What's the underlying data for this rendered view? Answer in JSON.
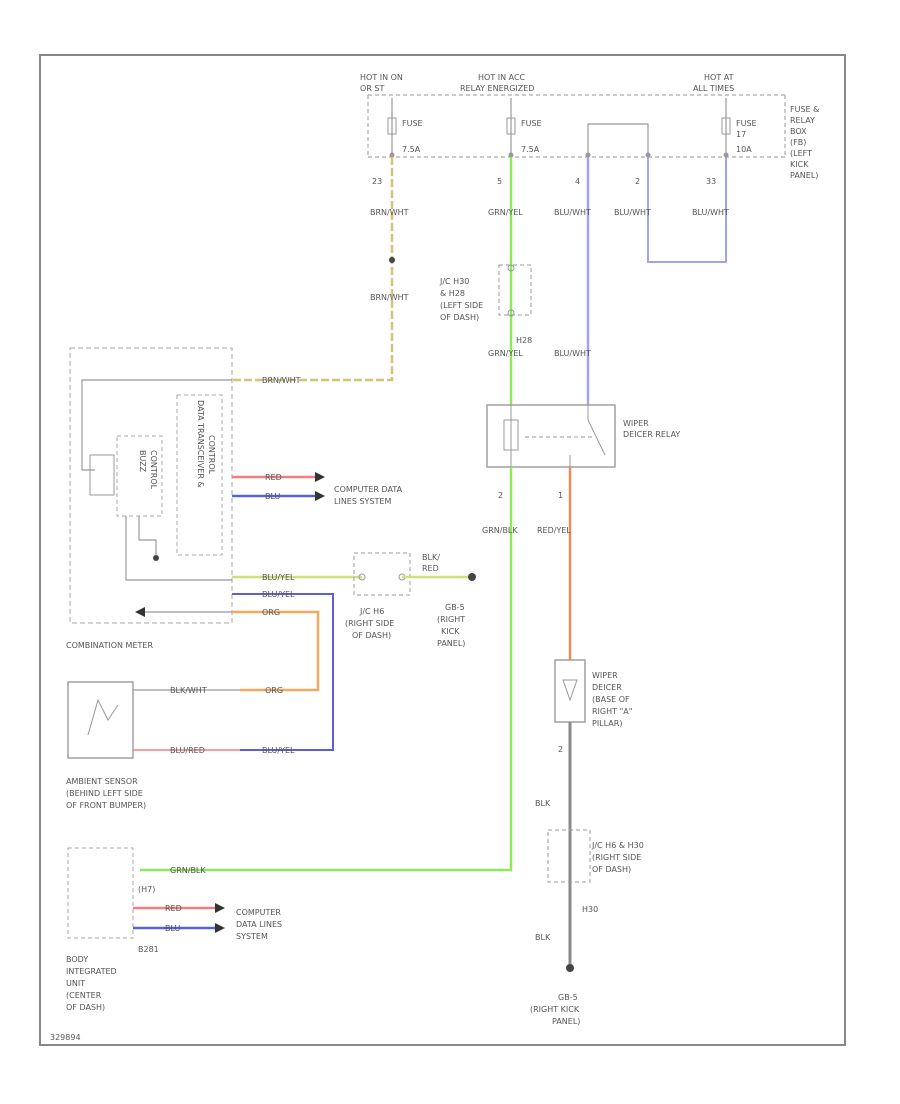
{
  "wires": {
    "fuse_left": "BRN/WHT",
    "fuse_mid": "GRN/YEL",
    "fuse_right": "BLU/WHT",
    "meter_in": "BRN/WHT",
    "jc_mid": "GRN/YEL",
    "relay_in": "BLU/WHT",
    "relay_out": "GRN/BLK",
    "relay_to_deicer": "RED/YEL",
    "deicer_gnd": "BLK",
    "gnd_lower": "BLK",
    "red_top": "RED",
    "blu_top": "BLU",
    "blu_yel": "BLU/YEL",
    "blu_yel_2": "BLU/YEL",
    "org": "ORG",
    "blk_red": "BLK/RED",
    "blk_wht": "BLK/WHT",
    "org_sensor": "ORG",
    "blu_red": "BLU/RED",
    "blu_yel_sensor": "BLU/YEL",
    "grn_blk_biu": "GRN/BLK",
    "red_biu": "RED",
    "blu_biu": "BLU"
  },
  "labels": {
    "hot_left": "HOT IN ON",
    "hot_left_2": "OR ST",
    "hot_mid": "HOT IN ACC",
    "hot_mid_2": "RELAY ENERGIZED",
    "hot_right": "HOT AT",
    "hot_right_2": "ALL TIMES",
    "fuse_a": "FUSE",
    "fuse_a_amp": "7.5A",
    "fuse_b": "FUSE",
    "fuse_b_amp": "7.5A",
    "fuse_c": "FUSE",
    "fuse_c_no": "17",
    "fuse_c_amp": "10A",
    "fuse_box_1": "FUSE &",
    "fuse_box_2": "RELAY",
    "fuse_box_3": "BOX",
    "fuse_box_4": "(FB)",
    "fuse_box_5": "(LEFT",
    "fuse_box_6": "KICK",
    "fuse_box_7": "PANEL)",
    "pin_23": "23",
    "pin_5": "5",
    "pin_4": "4",
    "pin_2": "2",
    "pin_33": "33",
    "jc1_name": "J/C H30",
    "jc1_loc_1": "& H28",
    "jc1_loc_2": "(LEFT SIDE",
    "jc1_loc_3": "OF DASH)",
    "jc1_code": "H28",
    "relay_name_1": "WIPER",
    "relay_name_2": "DEICER RELAY",
    "comp_data_1": "COMPUTER DATA",
    "comp_data_2": "LINES SYSTEM",
    "meter_name": "COMBINATION METER",
    "meter_inner_1": "BUZZ",
    "meter_inner_2": "CONTROL",
    "meter_inner_3": "DATA TRANSCEIVER &",
    "meter_inner_4": "CONTROL",
    "jc2_name": "J/C H6",
    "jc2_loc_1": "(RIGHT SIDE",
    "jc2_loc_2": "OF DASH)",
    "gb_label_1": "GB-5",
    "gb_label_2": "(RIGHT",
    "gb_label_3": "KICK",
    "gb_label_4": "PANEL)",
    "blk_red_jc": "BLK/",
    "blk_red_jc_2": "RED",
    "sensor_1": "AMBIENT SENSOR",
    "sensor_2": "(BEHIND LEFT SIDE",
    "sensor_3": "OF FRONT BUMPER)",
    "deicer_1": "WIPER",
    "deicer_2": "DEICER",
    "deicer_3": "(BASE OF",
    "deicer_4": "RIGHT \"A\"",
    "deicer_5": "PILLAR)",
    "jc3_1": "J/C H6 & H30",
    "jc3_2": "(RIGHT SIDE",
    "jc3_3": "OF DASH)",
    "jc3_code": "H30",
    "biu_code": "(H7)",
    "biu_code_2": "B281",
    "biu_1": "BODY",
    "biu_2": "INTEGRATED",
    "biu_3": "UNIT",
    "biu_4": "(CENTER",
    "biu_5": "OF DASH)",
    "comp_data_b1": "COMPUTER",
    "comp_data_b2": "DATA LINES",
    "comp_data_b3": "SYSTEM",
    "gnd_1": "GB-5",
    "gnd_2": "(RIGHT KICK",
    "gnd_3": "PANEL)",
    "footer": "329894"
  },
  "colors": {
    "tan": "#d9c07a",
    "green": "#8fe85c",
    "blue": "#9fa4f0",
    "red": "#f08080",
    "navy": "#5a60d8",
    "orange": "#f5a860",
    "redorange": "#f08a5a",
    "blk": "#8a8a8a",
    "yelgreen": "#cfe07a"
  }
}
